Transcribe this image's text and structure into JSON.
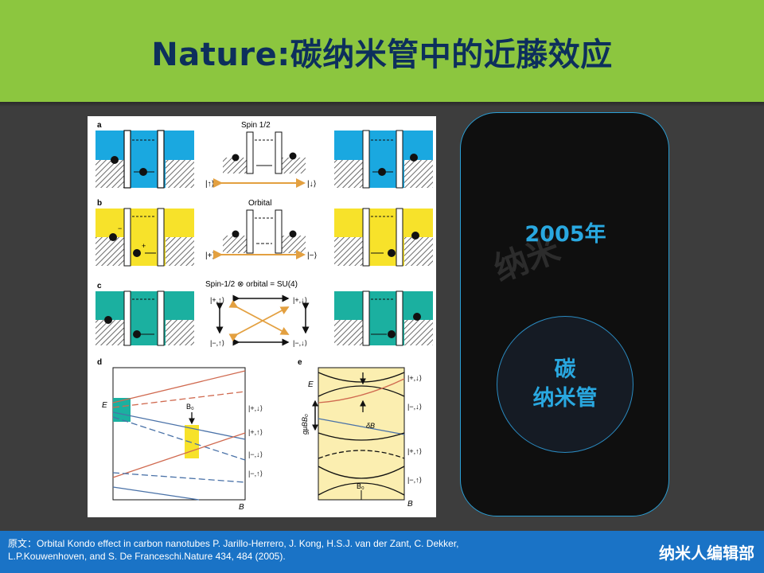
{
  "slide": {
    "title": "Nature:碳纳米管中的近藤效应",
    "side_panel": {
      "year": "2005年",
      "watermark": "纳米",
      "circle_line1": "碳",
      "circle_line2": "纳米管"
    },
    "footer": {
      "citation_line1": "原文：Orbital  Kondo  effect  in  carbon  nanotubes  P.  Jarillo-Herrero,   J.  Kong,  H.S.J.  van  der  Zant,  C.  Dekker,",
      "citation_line2": "L.P.Kouwenhoven,  and  S.  De  Franceschi.Nature  434, 484 (2005).",
      "brand": "纳米人编辑部"
    }
  },
  "figure": {
    "colors": {
      "blue": "#1aa8e0",
      "yellow": "#f7e22a",
      "teal": "#1bb0a0",
      "orange": "#e3a040",
      "red": "#d06a50",
      "steelblue": "#4a72a8",
      "lightyellow": "#fbeeb0"
    },
    "panel_a": {
      "letter": "a",
      "title": "Spin 1/2",
      "left_state": "|↑⟩",
      "right_state": "|↓⟩"
    },
    "panel_b": {
      "letter": "b",
      "title": "Orbital",
      "left_state": "|+⟩",
      "right_state": "|−⟩",
      "plus": "+",
      "minus": "−"
    },
    "panel_c": {
      "letter": "c",
      "title": "Spin-1/2 ⊗ orbital = SU(4)",
      "states": [
        "|+,↑⟩",
        "|+,↓⟩",
        "|−,↑⟩",
        "|−,↓⟩"
      ]
    },
    "panel_d": {
      "letter": "d",
      "ylabel": "E",
      "xlabel": "B",
      "b0": "B₀",
      "levels": [
        "|+,↓⟩",
        "|+,↑⟩",
        "|−,↓⟩",
        "|−,↑⟩"
      ]
    },
    "panel_e": {
      "letter": "e",
      "ylabel": "E",
      "xlabel": "B",
      "b0": "B₀",
      "gmu": "gμBB₀",
      "delta": "δB",
      "levels": [
        "|+,↓⟩",
        "|−,↓⟩",
        "|+,↑⟩",
        "|−,↑⟩"
      ]
    }
  }
}
